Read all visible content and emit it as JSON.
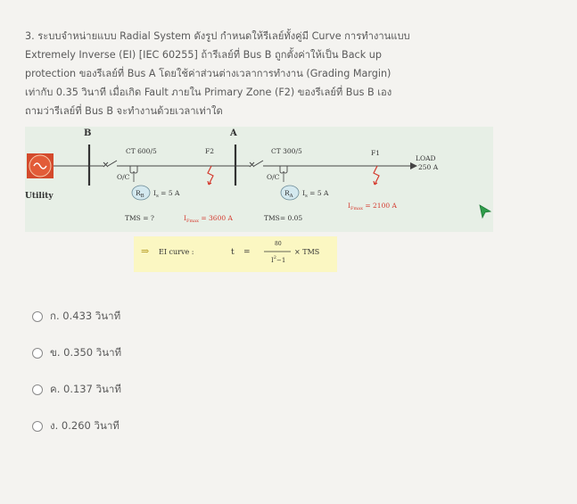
{
  "question": {
    "lines": [
      "3. ระบบจำหน่ายแบบ Radial System ดังรูป กำหนดให้รีเลย์ทั้งคู่มี Curve การทำงานแบบ",
      "Extremely Inverse (EI) [IEC 60255] ถ้ารีเลย์ที่ Bus B ถูกตั้งค่าให้เป็น Back up",
      "protection ของรีเลย์ที่ Bus A โดยใช้ค่าส่วนต่างเวลาการทำงาน (Grading Margin)",
      "เท่ากับ 0.35 วินาที เมื่อเกิด Fault ภายใน Primary Zone (F2) ของรีเลย์ที่ Bus B เอง",
      "ถามว่ารีเลย์ที่ Bus B จะทำงานด้วยเวลาเท่าใด"
    ]
  },
  "diagram": {
    "bus_b": "B",
    "bus_a": "A",
    "ct_left": "CT 600/5",
    "ct_right": "CT 300/5",
    "oc_left": "O/C",
    "oc_right": "O/C",
    "relay_b": "R",
    "relay_b_sub": "B",
    "relay_a": "R",
    "relay_a_sub": "A",
    "is_left": "I",
    "is_left_sub": "s",
    "is_left_val": " = 5 A",
    "is_right": "I",
    "is_right_sub": "s",
    "is_right_val": " = 5 A",
    "fault_f2": "F2",
    "fault_f1": "F1",
    "load_line1": "LOAD",
    "load_line2": "250 A",
    "utility": "Utility",
    "tms_b": "TMS = ?",
    "tms_a": "TMS= 0.05",
    "ifmax_f2": "I",
    "ifmax_f2_sub": "Fmax",
    "ifmax_f2_val": " = 3600 A",
    "ifmax_f1": "I",
    "ifmax_f1_sub": "Fmax",
    "ifmax_f1_val": " = 2100 A",
    "arrow": "⇒",
    "curve_label": "EI curve :",
    "t_label": "t",
    "equals": "=",
    "numerator": "80",
    "den_base": "I",
    "den_exp": "2",
    "den_minus": "−1",
    "times_tms": "× TMS"
  },
  "options": [
    {
      "label": "ก.  0.433 วินาที"
    },
    {
      "label": "ข.  0.350 วินาที"
    },
    {
      "label": "ค.  0.137 วินาที"
    },
    {
      "label": "ง.  0.260 วินาที"
    }
  ],
  "colors": {
    "diagram_bg": "#e7efe6",
    "formula_bg": "#fbf7c2",
    "fault_color": "#d43a2e",
    "generator": "#d44a2c",
    "relay_fill": "#d4e9ef",
    "cursor": "#2f9e4b"
  }
}
